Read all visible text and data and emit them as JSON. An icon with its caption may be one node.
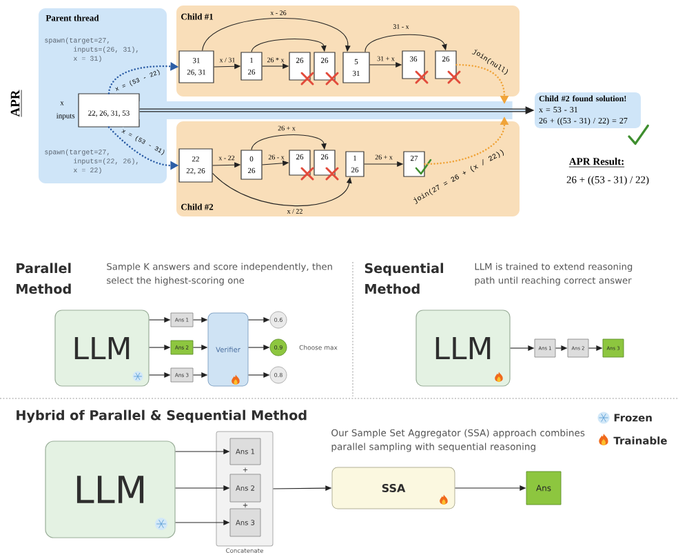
{
  "diagram": {
    "nodes": [
      {
        "text": [
          "Parent thread",
          "spawn(target=27, inputs=(26, 31), x = 31)",
          "spawn(target=27, inputs=(22, 26), x = 22)"
        ]
      },
      {
        "text": [
          "22, 26, 31, 53"
        ],
        "beside": [
          "x",
          "inputs"
        ],
        "in": 0
      },
      {
        "text": [
          "Child #1"
        ]
      },
      {
        "text": [
          "31",
          "26, 31"
        ],
        "in": 2
      },
      {
        "text": [
          "1",
          "26"
        ],
        "in": 2
      },
      {
        "text": [
          "26"
        ],
        "in": 2
      },
      {
        "text": [
          "26"
        ],
        "in": 2
      },
      {
        "text": [
          "5",
          "31"
        ],
        "in": 2
      },
      {
        "text": [
          "36"
        ],
        "in": 2
      },
      {
        "text": [
          "26"
        ],
        "in": 2
      },
      {
        "text": [
          "Child #2 found solution!",
          "x = 53 - 31",
          "26 + ((53 - 31) / 22) = 27"
        ]
      },
      {
        "text": [
          "Child #2"
        ]
      },
      {
        "text": [
          "22",
          "22, 26"
        ],
        "in": 11
      },
      {
        "text": [
          "0",
          "26"
        ],
        "in": 11
      },
      {
        "text": [
          "26"
        ],
        "in": 11
      },
      {
        "text": [
          "26"
        ],
        "in": 11
      },
      {
        "text": [
          "1",
          "26"
        ],
        "in": 11
      },
      {
        "text": [
          "27"
        ],
        "in": 11
      },
      {
        "text": [
          "LLM"
        ]
      },
      {
        "text": [
          "Ans 1"
        ]
      },
      {
        "text": [
          "Ans 2"
        ]
      },
      {
        "text": [
          "Ans 3"
        ]
      },
      {
        "text": [
          "Verifier"
        ]
      },
      {
        "text": [
          "0.6"
        ]
      },
      {
        "text": [
          "0.9"
        ]
      },
      {
        "text": [
          "0.8"
        ]
      },
      {
        "text": [
          "LLM"
        ]
      },
      {
        "text": [
          "Ans 1"
        ]
      },
      {
        "text": [
          "Ans 2"
        ]
      },
      {
        "text": [
          "Ans 3"
        ]
      },
      {
        "text": [
          "LLM"
        ]
      },
      {
        "text": [
          "Concatenate"
        ]
      },
      {
        "text": [
          "Ans 1"
        ],
        "in": 31
      },
      {
        "text": [
          "Ans 2"
        ],
        "in": 31
      },
      {
        "text": [
          "Ans 3"
        ],
        "in": 31
      },
      {
        "text": [
          "SSA"
        ]
      },
      {
        "text": [
          "Ans"
        ]
      }
    ],
    "edges": [
      {
        "from": 1,
        "to": 3,
        "arrow": "to",
        "label": "x = (53 - 22)",
        "style": "dashed",
        "color": "#2d5ea6"
      },
      {
        "from": 1,
        "to": 12,
        "arrow": "to",
        "label": "x = (53 - 31)",
        "style": "dashed",
        "color": "#2d5ea6"
      },
      {
        "from": 1,
        "to": 10,
        "arrow": "to",
        "style": "thick"
      },
      {
        "from": 3,
        "to": 4,
        "arrow": "to",
        "label": "x / 31"
      },
      {
        "from": 4,
        "to": 5,
        "arrow": "to",
        "label": "26 * x"
      },
      {
        "from": 4,
        "to": 6,
        "arrow": "to"
      },
      {
        "from": 3,
        "to": 7,
        "arrow": "to",
        "label": "x - 26"
      },
      {
        "from": 7,
        "to": 8,
        "arrow": "to",
        "label": "31 + x"
      },
      {
        "from": 7,
        "to": 9,
        "arrow": "to",
        "label": "31 - x"
      },
      {
        "from": 9,
        "to": null,
        "arrow": "to",
        "label": "join(null)",
        "style": "dashed",
        "color": "#f0a43a"
      },
      {
        "from": 17,
        "to": null,
        "arrow": "to",
        "label": "join(27 = 26 + (x / 22))",
        "style": "dashed",
        "color": "#f0a43a"
      },
      {
        "from": 12,
        "to": 13,
        "arrow": "to",
        "label": "x - 22"
      },
      {
        "from": 13,
        "to": 14,
        "arrow": "to",
        "label": "26 - x"
      },
      {
        "from": 13,
        "to": 15,
        "arrow": "to",
        "label": "26 + x"
      },
      {
        "from": 12,
        "to": 16,
        "arrow": "to",
        "label": "x / 22"
      },
      {
        "from": 16,
        "to": 17,
        "arrow": "to",
        "label": "26 + x"
      },
      {
        "from": 18,
        "to": 19,
        "arrow": "to"
      },
      {
        "from": 18,
        "to": 20,
        "arrow": "to"
      },
      {
        "from": 18,
        "to": 21,
        "arrow": "to"
      },
      {
        "from": 19,
        "to": 22,
        "arrow": "to"
      },
      {
        "from": 20,
        "to": 22,
        "arrow": "to"
      },
      {
        "from": 21,
        "to": 22,
        "arrow": "to"
      },
      {
        "from": 22,
        "to": 23,
        "arrow": "to"
      },
      {
        "from": 22,
        "to": 24,
        "arrow": "to"
      },
      {
        "from": 22,
        "to": 25,
        "arrow": "to"
      },
      {
        "from": 26,
        "to": 27,
        "arrow": "to"
      },
      {
        "from": 27,
        "to": 28,
        "arrow": "to"
      },
      {
        "from": 28,
        "to": 29,
        "arrow": "to"
      },
      {
        "from": 30,
        "to": 32,
        "arrow": "to"
      },
      {
        "from": 30,
        "to": 33,
        "arrow": "to"
      },
      {
        "from": 30,
        "to": 34,
        "arrow": "to"
      },
      {
        "from": 31,
        "to": 35,
        "arrow": "to"
      },
      {
        "from": 35,
        "to": 36,
        "arrow": "to"
      }
    ],
    "labels": [
      "APR",
      "APR Result:",
      "26 + ((53 - 31) / 22)",
      "Parallel Method",
      "Sample K answers and score independently, then select the highest-scoring one",
      "Choose max",
      "Sequential Method",
      "LLM is trained to extend reasoning path until reaching correct answer",
      "Hybrid of Parallel & Sequential Method",
      "Our Sample Set Aggregator (SSA) approach combines parallel sampling with sequential reasoning",
      "+",
      "+"
    ],
    "legend": [
      {
        "text": "Frozen"
      },
      {
        "text": "Trainable"
      }
    ]
  }
}
